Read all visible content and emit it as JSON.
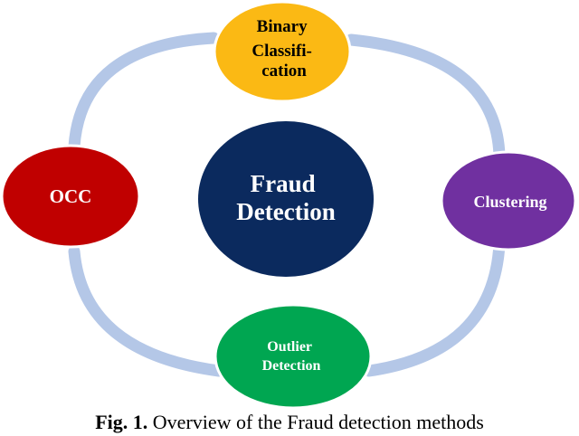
{
  "diagram": {
    "center": {
      "lines": [
        "Fraud",
        "Detection"
      ],
      "color": "#0b2a5e"
    },
    "nodes": {
      "top": {
        "lines": [
          "Binary",
          "Classifi-",
          "cation"
        ],
        "color": "#fbb914",
        "text_color": "#000000"
      },
      "left": {
        "lines": [
          "OCC"
        ],
        "color": "#c00000",
        "text_color": "#ffffff"
      },
      "right": {
        "lines": [
          "Clustering"
        ],
        "color": "#7030a0",
        "text_color": "#ffffff"
      },
      "bottom": {
        "lines": [
          "Outlier",
          "Detection"
        ],
        "color": "#00a651",
        "text_color": "#ffffff"
      }
    },
    "ring_color": "#b4c7e7"
  },
  "caption": {
    "fig_num": "Fig. 1.",
    "text": " Overview of the Fraud detection methods"
  }
}
